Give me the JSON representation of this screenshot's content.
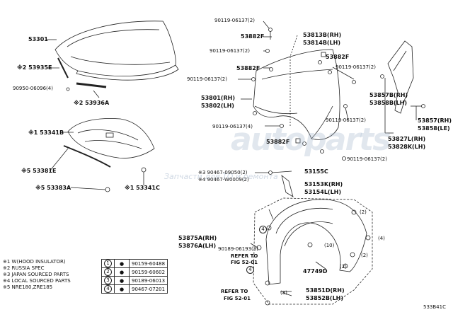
{
  "labels": {
    "hood": "53301",
    "r2_53935e": "※2 53935E",
    "p_90950": "90950-06096(4)",
    "r2_53936a": "※2 53936A",
    "r1_53341b": "※1 53341B",
    "r5_53381e": "※5 53381E",
    "r5_53383a": "※5 53383A",
    "r1_53341c": "※1 53341C",
    "p_90119_a": "90119-06137(2)",
    "p_53882f_a": "53882F",
    "p_90119_b": "90119-06137(2)",
    "p_53882f_b": "53882F",
    "p_90119_c": "90119-06137(2)",
    "p_53801": "53801(RH)",
    "p_53802": "53802(LH)",
    "p_90119_d": "90119-06137(4)",
    "p_53813b": "53813B(RH)",
    "p_53814b": "53814B(LH)",
    "p_53882f_c": "53882F",
    "p_90119_e": "90119-06137(2)",
    "p_53882f_d": "53882F",
    "p_90119_f": "90119-06137(2)",
    "p_90119_g": "90119-06137(2)",
    "p_53857b": "53857B(RH)",
    "p_53858b": "53858B(LH)",
    "p_53857": "53857(RH)",
    "p_53858": "53858(LE)",
    "p_53827l": "53827L(RH)",
    "p_53828k": "53828K(LH)",
    "p_90467_a": "※3 90467-09050(2)",
    "p_90467_b": "※4 90467-W0009(2)",
    "p_53155c": "53155C",
    "p_53153k": "53153K(RH)",
    "p_53154l": "53154L(LH)",
    "p_53875a": "53875A(RH)",
    "p_53876a": "53876A(LH)",
    "p_90189": "90189-06193(3)",
    "refer1_a": "REFER TO",
    "refer1_b": "FIG 52-01",
    "p_47749d": "47749D",
    "refer2_a": "REFER TO",
    "refer2_b": "FIG 52-01",
    "p_53851d": "53851D(RH)",
    "p_53852b": "53852B(LH)",
    "c4_a": "4",
    "c4_b": "4",
    "c4_10": "(10)",
    "c3_a": "(2)",
    "c3_b": "(2)",
    "c3_c": "(4)",
    "c3_d": "(2)",
    "c1": "(2)",
    "c2": "(2)",
    "c4_c": "(8)",
    "fig_no": "533B41C"
  },
  "legend": [
    "※1 W(HOOD INSULATOR)",
    "※2 RUSSIA SPEC",
    "※3 JAPAN SOURCED PARTS",
    "※4 LOCAL SOURCED PARTS",
    "※5 NRE180,ZRE185"
  ],
  "fastener_table": [
    {
      "num": "1",
      "part": "90159-60488"
    },
    {
      "num": "2",
      "part": "90159-60602"
    },
    {
      "num": "3",
      "part": "90189-06013"
    },
    {
      "num": "4",
      "part": "90467-07201"
    }
  ]
}
